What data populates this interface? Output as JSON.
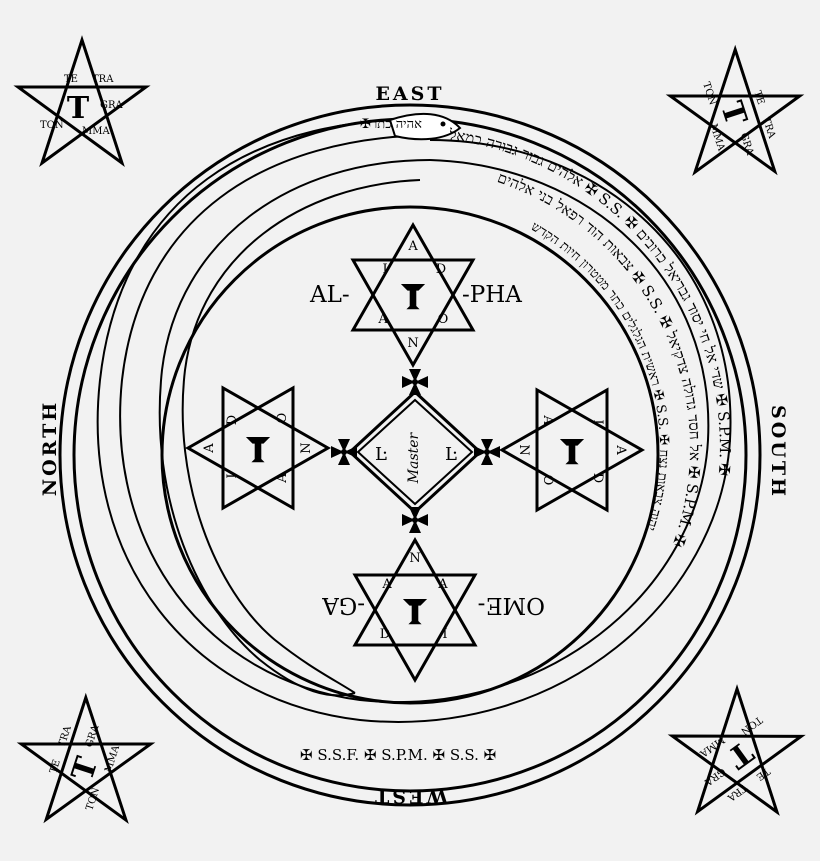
{
  "directions": {
    "east": "EAST",
    "west": "WEST",
    "north": "NORTH",
    "south": "SOUTH"
  },
  "words": {
    "alpha_left": "AL-",
    "alpha_right": "-PHA",
    "omega_left": "OME-",
    "omega_right": "-GA"
  },
  "center": {
    "master": "Master",
    "left_mark": "Ŀ",
    "right_mark": "Ŀ",
    "tau": "T"
  },
  "hexagram_letters": [
    "A",
    "D",
    "O",
    "N",
    "A",
    "I"
  ],
  "pentagram_letters": [
    "TE",
    "TRA",
    "GRA",
    "MMA",
    "TON"
  ],
  "pentagram_center": "T",
  "bands": {
    "outer": "אלהים גבור גבורה כמאל ✠ S.S. ✠ שדי אל חי יסוד גבריאל כרובים ✠ S.P.M. ✠",
    "middle": "צבאות הוד רפאל בני אלהים ✠ S.S. ✠ אל חסד גדולה צדקיאל ✠ S.P.M. ✠",
    "inner": "ראשית הגלגלים כתר מטטרון חיות הקדש ✠ S.S. ✠ יהוה צבאות נצח",
    "lower": "✠ S.S.F. ✠ S.P.M. ✠ S.S. ✠"
  },
  "serpent_head_text": "✠אהיה כתר",
  "colors": {
    "ink": "#000000",
    "paper": "#f2f2f2"
  }
}
